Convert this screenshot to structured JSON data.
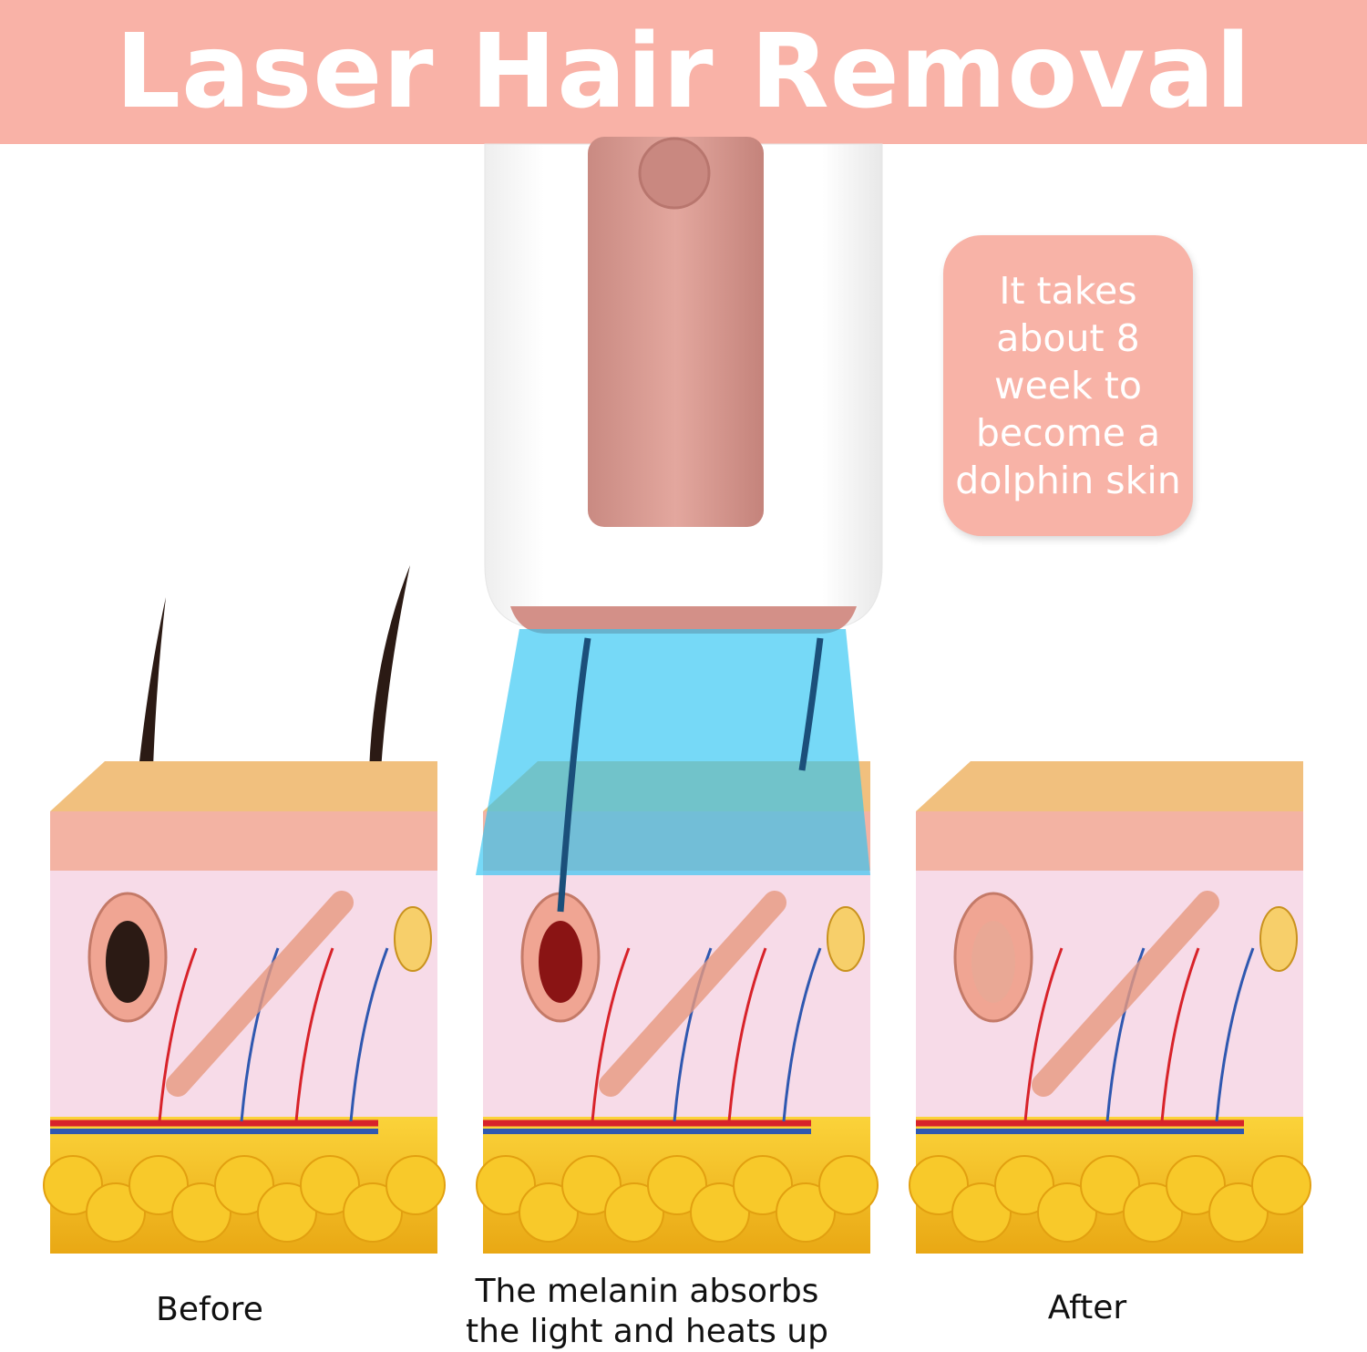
{
  "header": {
    "title": "Laser Hair Removal"
  },
  "callout": {
    "lines": [
      "It takes",
      "about 8",
      "week to",
      "become a",
      "dolphin skin"
    ]
  },
  "panels": [
    {
      "label": "Before"
    },
    {
      "label_line1": "The melanin absorbs",
      "label_line2": "the light and heats up"
    },
    {
      "label": "After"
    }
  ],
  "colors": {
    "brand_pink": "#f9b2a7",
    "device_rose": "#d9958c",
    "beam_blue": "#33ccf5",
    "fat_yellow": "#f6c21a",
    "dermis_pink": "#f6dbe8"
  }
}
